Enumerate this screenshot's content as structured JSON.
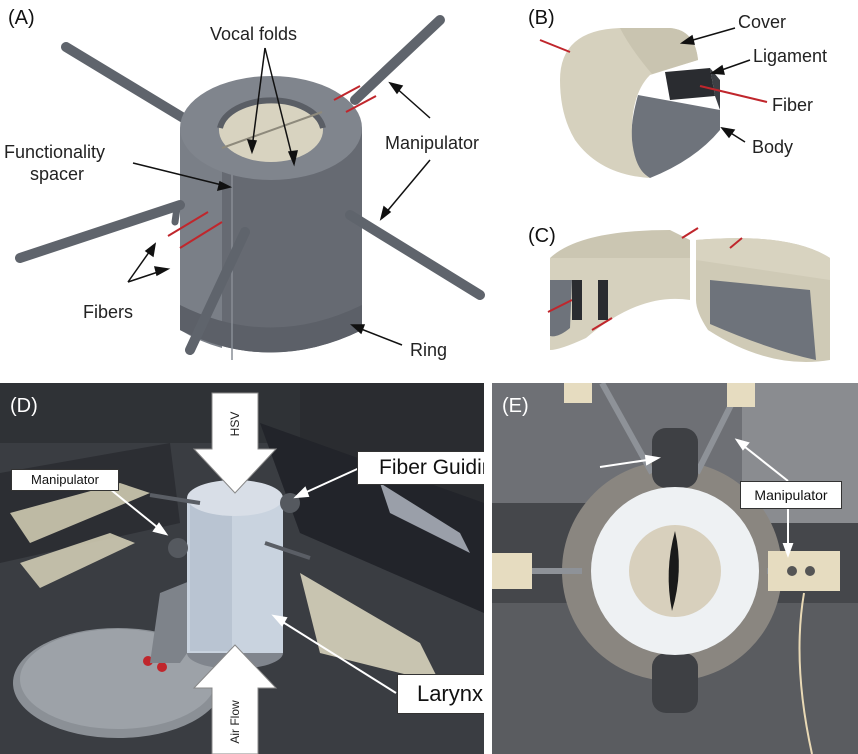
{
  "panels": {
    "a": {
      "label": "(A)",
      "vocal_folds": "Vocal folds",
      "functionality_spacer_1": "Functionality",
      "functionality_spacer_2": "spacer",
      "manipulator": "Manipulator",
      "fibers": "Fibers",
      "ring": "Ring"
    },
    "b": {
      "label": "(B)",
      "cover": "Cover",
      "ligament": "Ligament",
      "fiber": "Fiber",
      "body": "Body"
    },
    "c": {
      "label": "(C)"
    },
    "d": {
      "label": "(D)",
      "hsv": "HSV",
      "manipulator": "Manipulator",
      "fiber_guiding_system": "Fiber Guiding System",
      "air_flow": "Air Flow",
      "larynx_model": "Larynx Model"
    },
    "e": {
      "label": "(E)",
      "manipulator": "Manipulator"
    }
  },
  "colors": {
    "model_gray": "#6b7079",
    "model_dark": "#4f535a",
    "model_light": "#8a8f97",
    "fold_beige": "#d8d3c0",
    "fiber_red": "#c0262c",
    "photo_bg_d": "#3c3f44",
    "photo_bg_e": "#4a4c50"
  }
}
